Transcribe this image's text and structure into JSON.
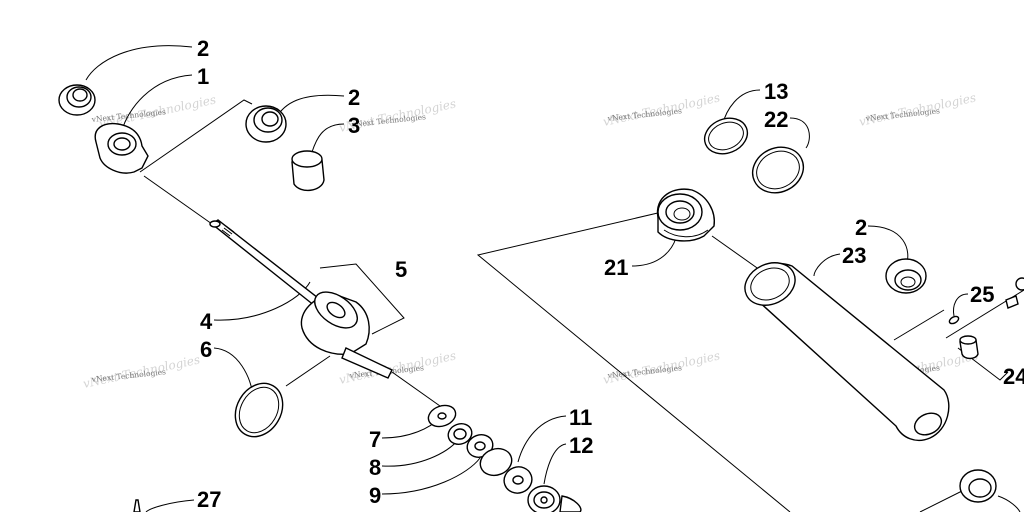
{
  "diagram": {
    "callouts": {
      "c1": "1",
      "c2a": "2",
      "c2b": "2",
      "c2c": "2",
      "c3": "3",
      "c4": "4",
      "c5": "5",
      "c6": "6",
      "c7": "7",
      "c8": "8",
      "c9": "9",
      "c11": "11",
      "c12": "12",
      "c13": "13",
      "c21": "21",
      "c22": "22",
      "c23": "23",
      "c24": "24",
      "c25": "25",
      "c27": "27"
    },
    "watermark": "vNext Technologies"
  }
}
